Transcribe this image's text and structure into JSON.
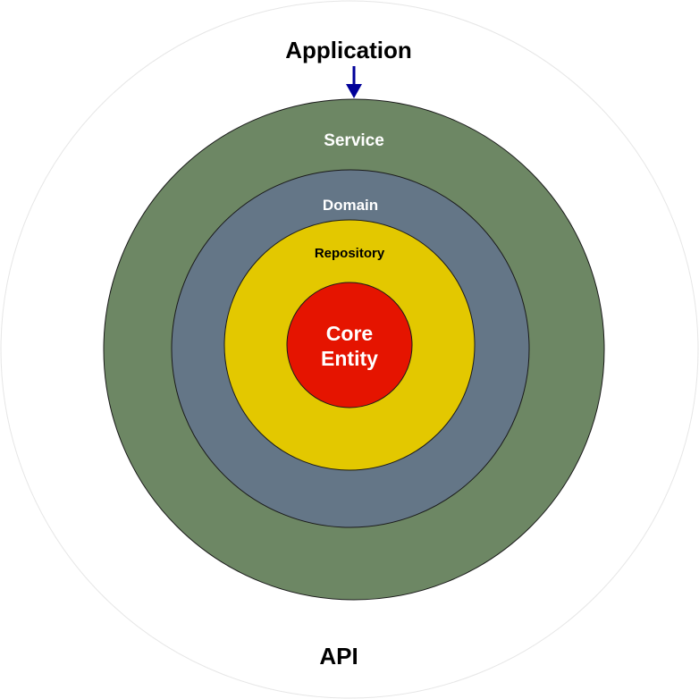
{
  "labels": {
    "outer_top": "Application",
    "outer_bottom": "API",
    "service": "Service",
    "domain": "Domain",
    "repository": "Repository",
    "core_line1": "Core",
    "core_line2": "Entity"
  },
  "colors": {
    "outer_ring_fill": "#ffffff",
    "outer_ring_stroke": "#e6e6e6",
    "service": "#6d8764",
    "domain": "#647687",
    "repository": "#e3c800",
    "core": "#e51400",
    "ring_stroke": "#1a1a1a",
    "arrow": "#000099",
    "dark_text": "#000000",
    "light_text": "#ffffff"
  }
}
